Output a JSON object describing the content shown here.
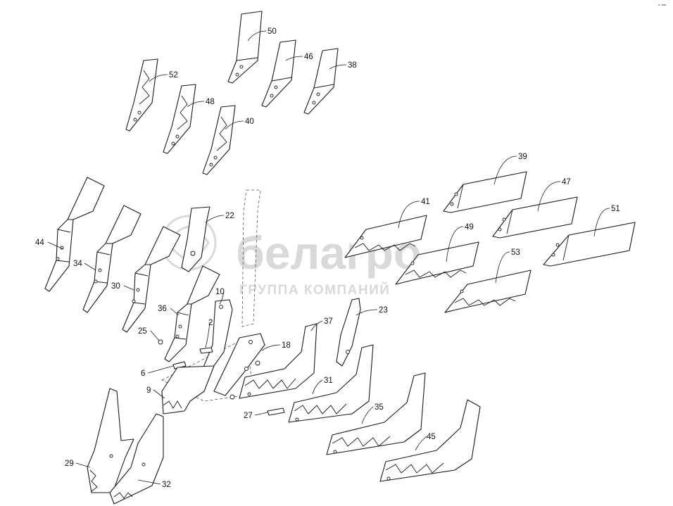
{
  "watermark": {
    "brand": "белагро",
    "tagline": "ГРУППА КОМПАНИЙ"
  },
  "corner_mark": "a  aaa",
  "callouts": [
    {
      "id": "50",
      "label": "50"
    },
    {
      "id": "52",
      "label": "52"
    },
    {
      "id": "46",
      "label": "46"
    },
    {
      "id": "38",
      "label": "38"
    },
    {
      "id": "48",
      "label": "48"
    },
    {
      "id": "40",
      "label": "40"
    },
    {
      "id": "39",
      "label": "39"
    },
    {
      "id": "47",
      "label": "47"
    },
    {
      "id": "41",
      "label": "41"
    },
    {
      "id": "51",
      "label": "51"
    },
    {
      "id": "49",
      "label": "49"
    },
    {
      "id": "53",
      "label": "53"
    },
    {
      "id": "44",
      "label": "44"
    },
    {
      "id": "22",
      "label": "22"
    },
    {
      "id": "34",
      "label": "34"
    },
    {
      "id": "30",
      "label": "30"
    },
    {
      "id": "10",
      "label": "10"
    },
    {
      "id": "36",
      "label": "36"
    },
    {
      "id": "23",
      "label": "23"
    },
    {
      "id": "37",
      "label": "37"
    },
    {
      "id": "2",
      "label": "2"
    },
    {
      "id": "25",
      "label": "25"
    },
    {
      "id": "18",
      "label": "18"
    },
    {
      "id": "6",
      "label": "6"
    },
    {
      "id": "31",
      "label": "31"
    },
    {
      "id": "9",
      "label": "9"
    },
    {
      "id": "27",
      "label": "27"
    },
    {
      "id": "35",
      "label": "35"
    },
    {
      "id": "45",
      "label": "45"
    },
    {
      "id": "29",
      "label": "29"
    },
    {
      "id": "32",
      "label": "32"
    }
  ]
}
